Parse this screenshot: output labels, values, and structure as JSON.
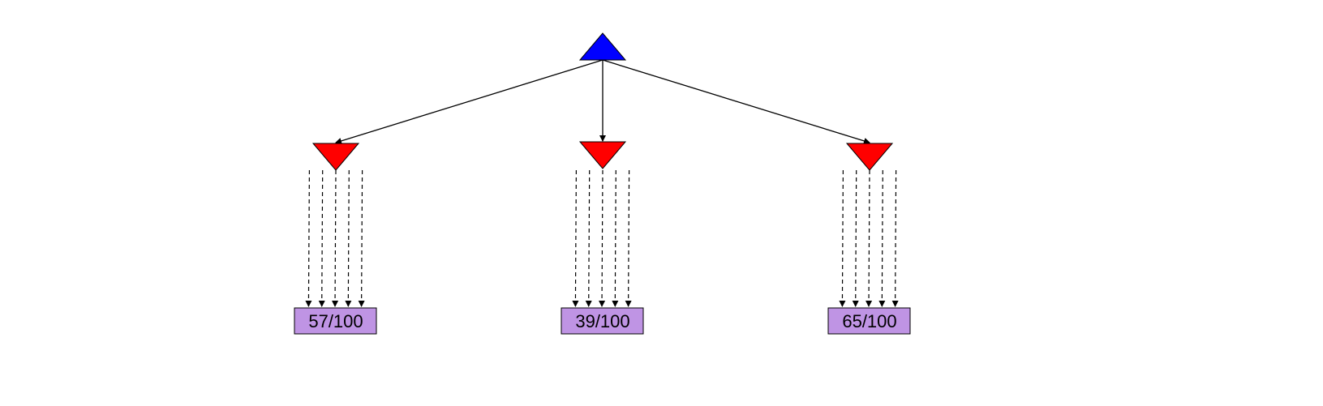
{
  "colors": {
    "root": "#0000ff",
    "chance": "#ff0000",
    "leaf": "#bf94e4",
    "edge": "#000000"
  },
  "root": {
    "icon": "triangle-up-icon"
  },
  "branches": [
    {
      "icon": "triangle-down-icon",
      "arrows": 5,
      "leaf_label": "57/100"
    },
    {
      "icon": "triangle-down-icon",
      "arrows": 5,
      "leaf_label": "39/100"
    },
    {
      "icon": "triangle-down-icon",
      "arrows": 5,
      "leaf_label": "65/100"
    }
  ]
}
